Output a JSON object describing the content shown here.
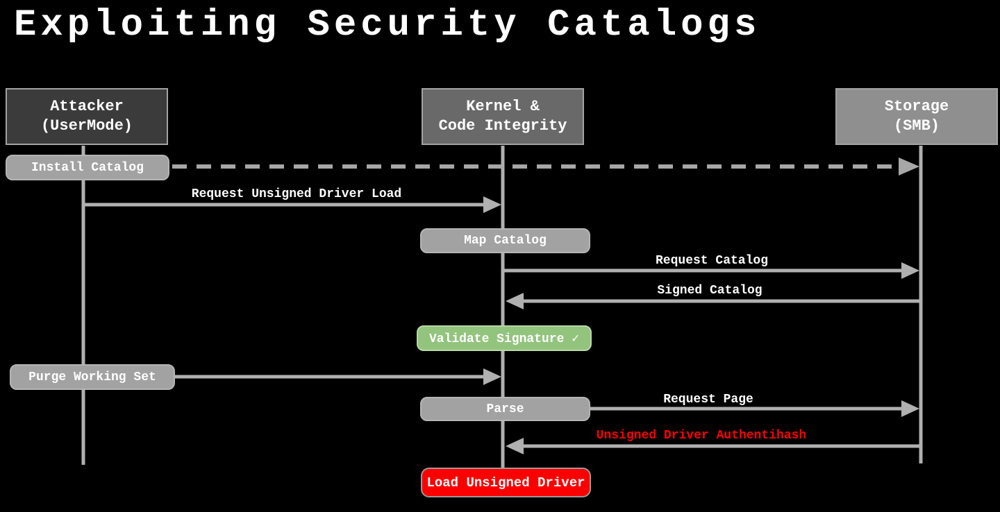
{
  "title": "Exploiting Security Catalogs",
  "colors": {
    "background": "#000000",
    "attacker_box_fill": "#3b3b3b",
    "kernel_box_fill": "#696969",
    "storage_box_fill": "#8f8f8f",
    "message_box_fill": "#a2a2a2",
    "arrow_gray": "#b0b0b0",
    "success_green": "#93c47d",
    "danger_red": "#fb0000",
    "danger_text_red": "#fe0000",
    "text_white": "#ffffff"
  },
  "actors": [
    {
      "id": "attacker",
      "line1": "Attacker",
      "line2": "(UserMode)"
    },
    {
      "id": "kernel",
      "line1": "Kernel &",
      "line2": "Code Integrity"
    },
    {
      "id": "storage",
      "line1": "Storage",
      "line2": "(SMB)"
    }
  ],
  "messages": {
    "install_catalog": "Install Catalog",
    "request_unsigned_driver_load": "Request Unsigned Driver Load",
    "map_catalog": "Map Catalog",
    "request_catalog": "Request Catalog",
    "signed_catalog": "Signed Catalog",
    "validate_signature": "Validate Signature ✓",
    "purge_working_set": "Purge Working Set",
    "parse": "Parse",
    "request_page": "Request Page",
    "unsigned_driver_authentihash": "Unsigned Driver Authentihash",
    "load_unsigned_driver": "Load Unsigned Driver"
  }
}
